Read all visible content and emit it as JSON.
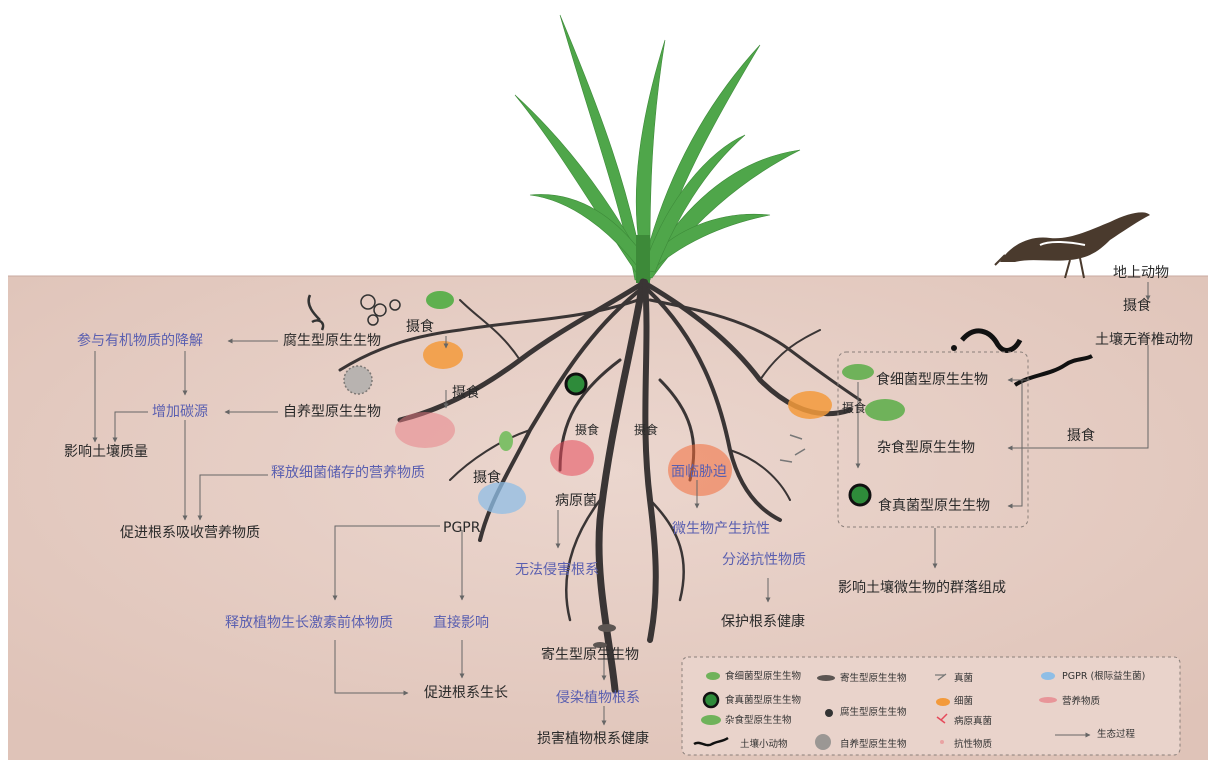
{
  "labels": {
    "saprotrophic": "腐生型原生生物",
    "autotrophic": "自养型原生生物",
    "organic_decomp": "参与有机物质的降解",
    "carbon_source": "增加碳源",
    "soil_quality": "影响土壤质量",
    "release_nutrients": "释放细菌储存的营养物质",
    "promote_absorb": "促进根系吸收营养物质",
    "pgpr": "PGPR",
    "hormone_precursor": "释放植物生长激素前体物质",
    "direct_effect": "直接影响",
    "promote_growth": "促进根系生长",
    "pathogen": "病原菌",
    "cannot_invade": "无法侵害根系",
    "face_stress": "面临胁迫",
    "antibiotic_produce": "微生物产生抗性",
    "secrete_antibiotic": "分泌抗性物质",
    "protect_root": "保护根系健康",
    "parasitic": "寄生型原生生物",
    "infect_root": "侵染植物根系",
    "damage_root": "损害植物根系健康",
    "above_animal": "地上动物",
    "soil_invert": "土壤无脊椎动物",
    "bacterivore": "食细菌型原生生物",
    "omnivore": "杂食型原生生物",
    "fungivore": "食真菌型原生生物",
    "community": "影响土壤微生物的群落组成",
    "feed": "摄食"
  },
  "legend": [
    "食细菌型原生生物",
    "寄生型原生生物",
    "真菌",
    "PGPR (根际益生菌)",
    "食真菌型原生生物",
    "腐生型原生生物",
    "细菌",
    "营养物质",
    "杂食型原生生物",
    "病原真菌",
    "生态过程",
    "土壤小动物",
    "自养型原生生物",
    "抗性物质"
  ],
  "colors": {
    "soil": "#e6cdc4",
    "blue_text": "#5a5fb0",
    "leaf": "#4fa64a",
    "root": "#3a3535"
  }
}
